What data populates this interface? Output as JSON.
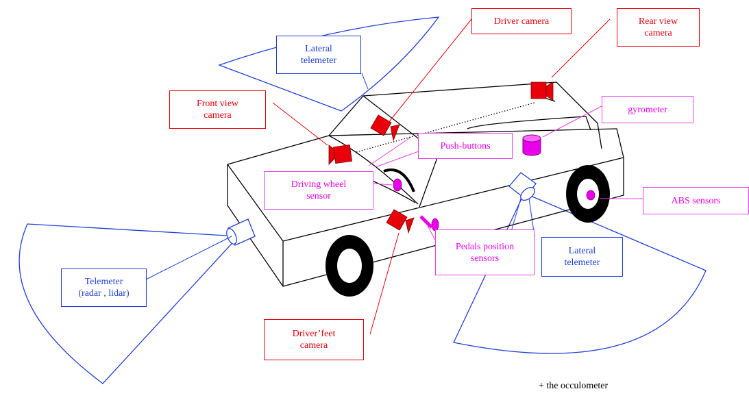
{
  "labels": {
    "lateral_telemeter_top": "Lateral\ntelemeter",
    "driver_camera": "Driver camera",
    "rear_view_camera": "Rear view\ncamera",
    "front_view_camera": "Front view\ncamera",
    "gyrometer": "gyrometer",
    "push_buttons": "Push-buttons",
    "driving_wheel_sensor": "Driving wheel\nsensor",
    "abs_sensors": "ABS sensors",
    "pedals_position_sensors": "Pedals position\nsensors",
    "lateral_telemeter_bottom": "Lateral\ntelemeter",
    "telemeter_radar_lidar": "Telemeter\n(radar , lidar)",
    "drivers_feet_camera": "Driver’feet\ncamera"
  },
  "footnote": "+  the occulometer",
  "colors": {
    "camera": "#e8000b",
    "telemeter": "#1f3fd6",
    "sensor": "#e83fe8",
    "car_outline": "#000000",
    "wheel": "#000000"
  },
  "icons": {
    "camera": "video-camera-icon",
    "telemeter": "cylinder-sensor-icon",
    "gyrometer": "cylinder-icon",
    "sensor": "dot-icon"
  }
}
